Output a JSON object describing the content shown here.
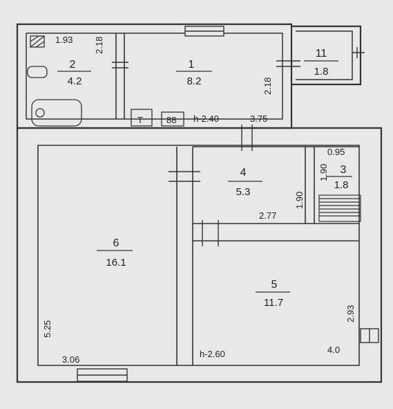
{
  "rooms": [
    {
      "id": "r1",
      "number": "1",
      "area": "8.2"
    },
    {
      "id": "r2",
      "number": "2",
      "area": "4.2"
    },
    {
      "id": "r3",
      "number": "3",
      "area": "1.8"
    },
    {
      "id": "r4",
      "number": "4",
      "area": "5.3"
    },
    {
      "id": "r5",
      "number": "5",
      "area": "11.7"
    },
    {
      "id": "r6",
      "number": "6",
      "area": "16.1"
    },
    {
      "id": "r11",
      "number": "11",
      "area": "1.8"
    }
  ],
  "dimensions": {
    "d1_93": "1.93",
    "d2_18_left": "2.18",
    "d2_18_right": "2.18",
    "d3_75": "3.75",
    "d0_95": "0.95",
    "d1_90_top": "1.90",
    "d1_90_mid": "1.90",
    "d2_77": "2.77",
    "d2_93": "2.93",
    "d4_0": "4.0",
    "d5_25": "5.25",
    "d3_06": "3.06"
  },
  "heights": {
    "upper": "h-2.40",
    "lower": "h-2.60"
  },
  "fixtures": {
    "stove_label": "88",
    "sink_label": "T"
  }
}
